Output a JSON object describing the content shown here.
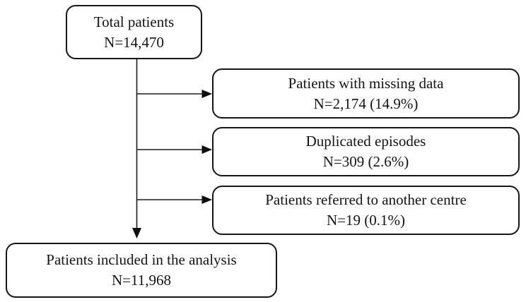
{
  "figure": {
    "type": "patient-flow-diagram",
    "colors": {
      "background": "#ffffff",
      "box_border": "#161616",
      "text": "#141414",
      "arrow": "#1c1c1c"
    },
    "boxes": {
      "total": {
        "line1": "Total patients",
        "line2": "N=14,470"
      },
      "excluded": [
        {
          "line1": "Patients with missing data",
          "line2": "N=2,174 (14.9%)"
        },
        {
          "line1": "Duplicated episodes",
          "line2": "N=309 (2.6%)"
        },
        {
          "line1": "Patients referred to another centre",
          "line2": "N=19 (0.1%)"
        }
      ],
      "included": {
        "line1": "Patients included in the analysis",
        "line2": "N=11,968"
      }
    }
  }
}
